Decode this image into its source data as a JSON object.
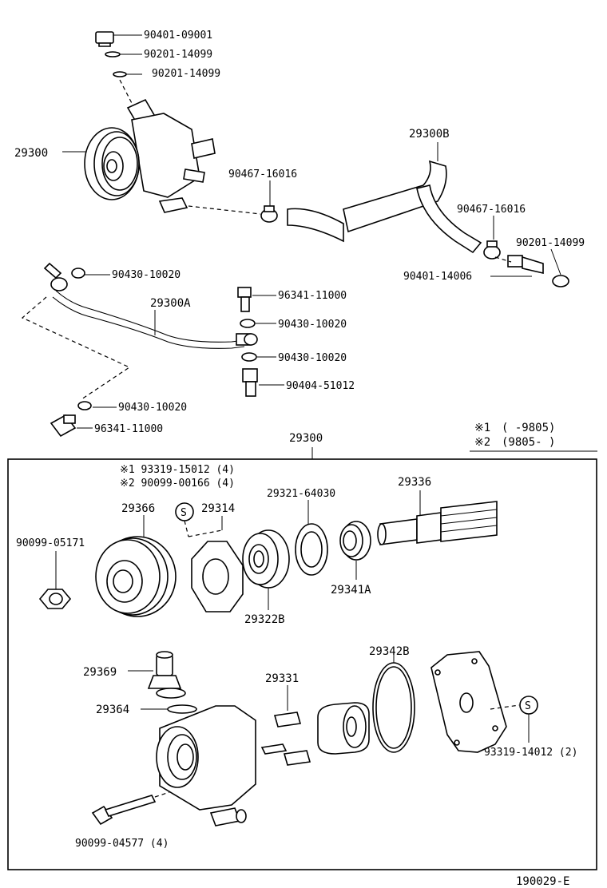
{
  "diagram": {
    "footer_code": "190029-E",
    "legend": {
      "note1_mark": "※1",
      "note1_text": "(     -9805)",
      "note2_mark": "※2",
      "note2_text": "(9805-      )"
    },
    "box_title": "29300",
    "top_labels": {
      "plug_bolt": "90401-09001",
      "gasket_a": "90201-14099",
      "gasket_b": "90201-14099",
      "pump_assy": "29300",
      "hose_b": "29300B",
      "clamp_left": "90467-16016",
      "clamp_right": "90467-16016",
      "gasket_right": "90201-14099",
      "union_right": "90401-14006",
      "pipe_a": "29300A",
      "gasket_pipe_top": "90430-10020",
      "union_bolt_top": "96341-11000",
      "gasket_mid_1": "90430-10020",
      "gasket_mid_2": "90430-10020",
      "union_fitting": "90404-51012",
      "gasket_pipe_bottom": "90430-10020",
      "union_bolt_bottom": "96341-11000"
    },
    "box_labels": {
      "screw_note1": "※1 93319-15012 (4)",
      "screw_note2": "※2 90099-00166 (4)",
      "s_mark": "S",
      "s_mark_right": "S",
      "pulley": "29366",
      "plate": "29314",
      "shim": "29321-64030",
      "shaft": "29336",
      "nut": "90099-05171",
      "bearing": "29322B",
      "seal": "29341A",
      "fitting": "29369",
      "oring_small": "29364",
      "vanes": "29331",
      "oring_large": "29342B",
      "cover_screw": "93319-14012 (2)",
      "housing_bolt": "90099-04577 (4)"
    }
  }
}
